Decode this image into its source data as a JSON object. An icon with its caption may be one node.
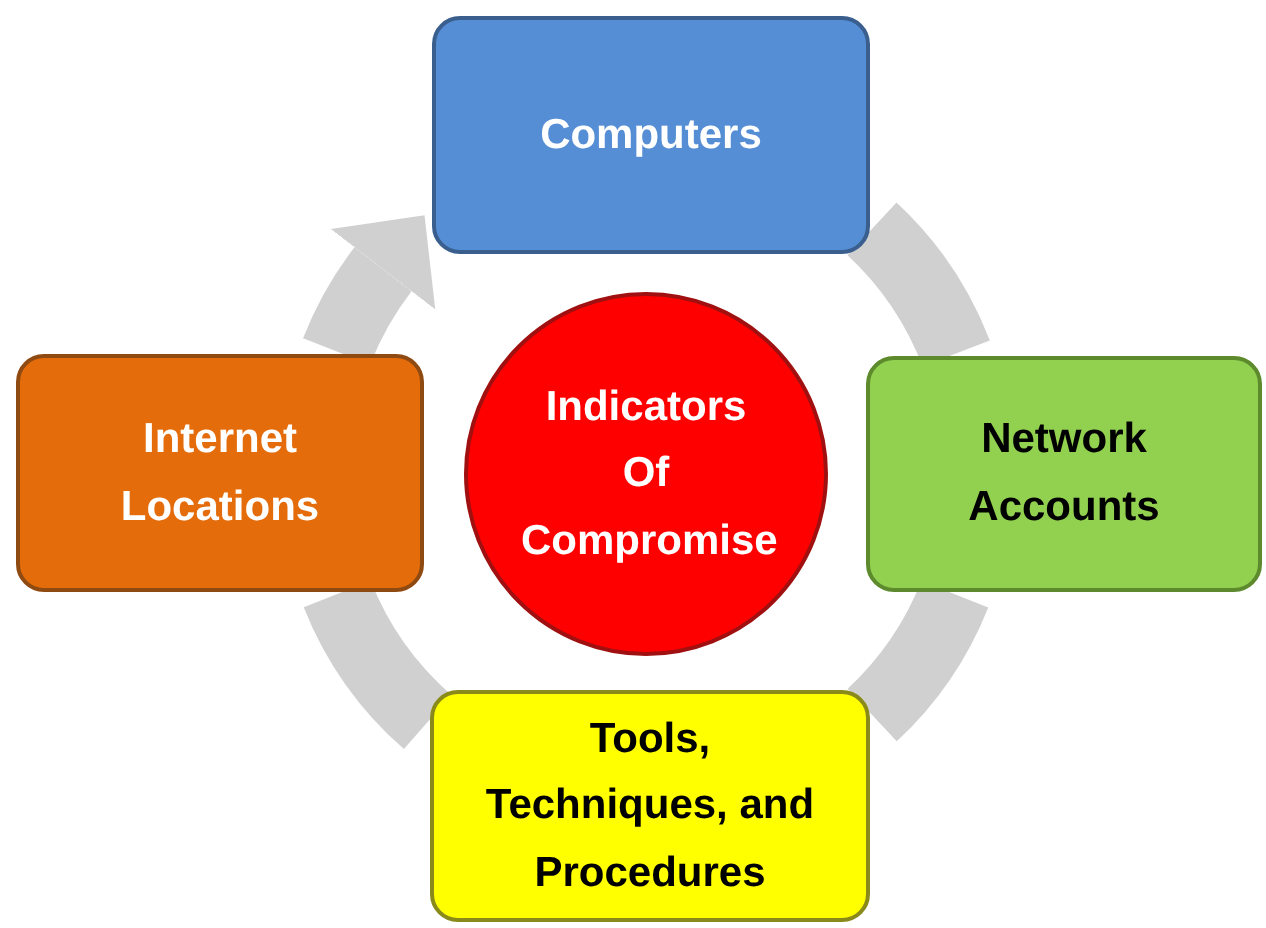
{
  "diagram": {
    "nodes": [
      {
        "text": [
          "Computers"
        ]
      },
      {
        "text": [
          "Internet Locations"
        ]
      },
      {
        "text": [
          "Indicators Of Compromise"
        ]
      },
      {
        "text": [
          "Network Accounts"
        ]
      },
      {
        "text": [
          "Tools, Techniques, and Procedures"
        ]
      }
    ],
    "edges": [
      {
        "from": 0,
        "to": 3,
        "arrow": "none"
      },
      {
        "from": 3,
        "to": 4,
        "arrow": "none"
      },
      {
        "from": 4,
        "to": 1,
        "arrow": "none"
      },
      {
        "from": 1,
        "to": 0,
        "arrow": "to"
      }
    ]
  }
}
